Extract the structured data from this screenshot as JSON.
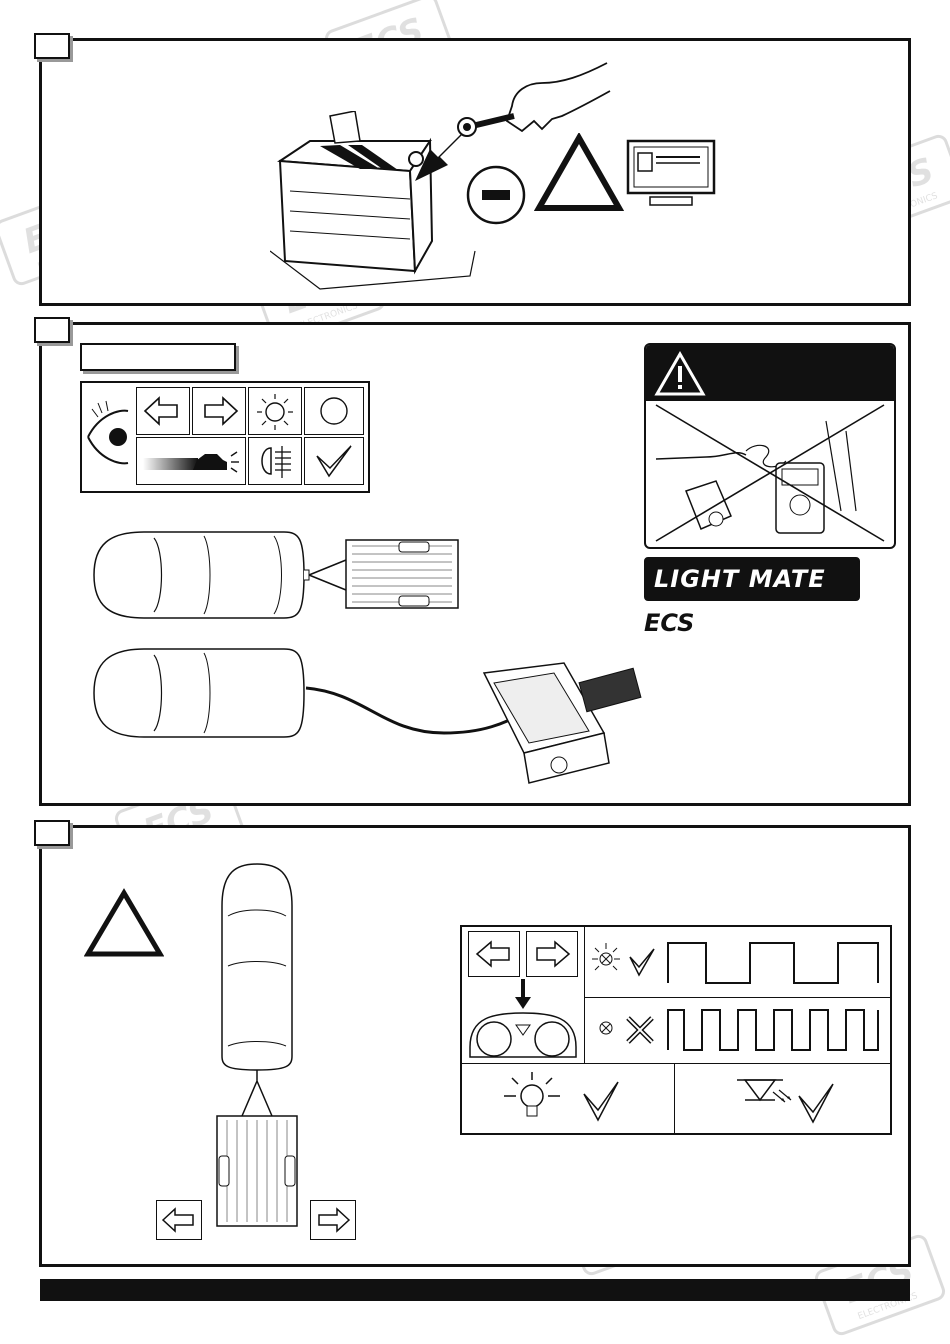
{
  "watermark": {
    "logo": "ECS",
    "subtitle": "ELECTRONICS"
  },
  "brand": {
    "lightmate": "LIGHT MATE",
    "ecs": "ECS"
  },
  "icons": {
    "step1": [
      "battery-icon",
      "hand-icon",
      "arrow-down-icon",
      "minus-terminal-icon",
      "warning-triangle-icon",
      "radio-display-icon"
    ],
    "step2": [
      "eye-icon",
      "arrow-left-icon",
      "arrow-right-icon",
      "brake-light-icon",
      "blank-lamp-icon",
      "headlight-icon",
      "fog-light-icon",
      "checkmark-icon",
      "car-trailer-icon",
      "car-tester-icon",
      "warning-test-tools-icon"
    ],
    "step3": [
      "warning-triangle-icon",
      "car-trailer-top-icon",
      "arrow-left-icon",
      "arrow-right-icon",
      "dashboard-icon",
      "bulb-ok-icon",
      "bulb-fail-icon",
      "blink-signal-normal-icon",
      "blink-signal-fast-icon",
      "bulb-icon",
      "led-icon",
      "checkmark-icon"
    ]
  },
  "colors": {
    "ink": "#111111",
    "footer": "#111111",
    "paper": "#ffffff"
  }
}
